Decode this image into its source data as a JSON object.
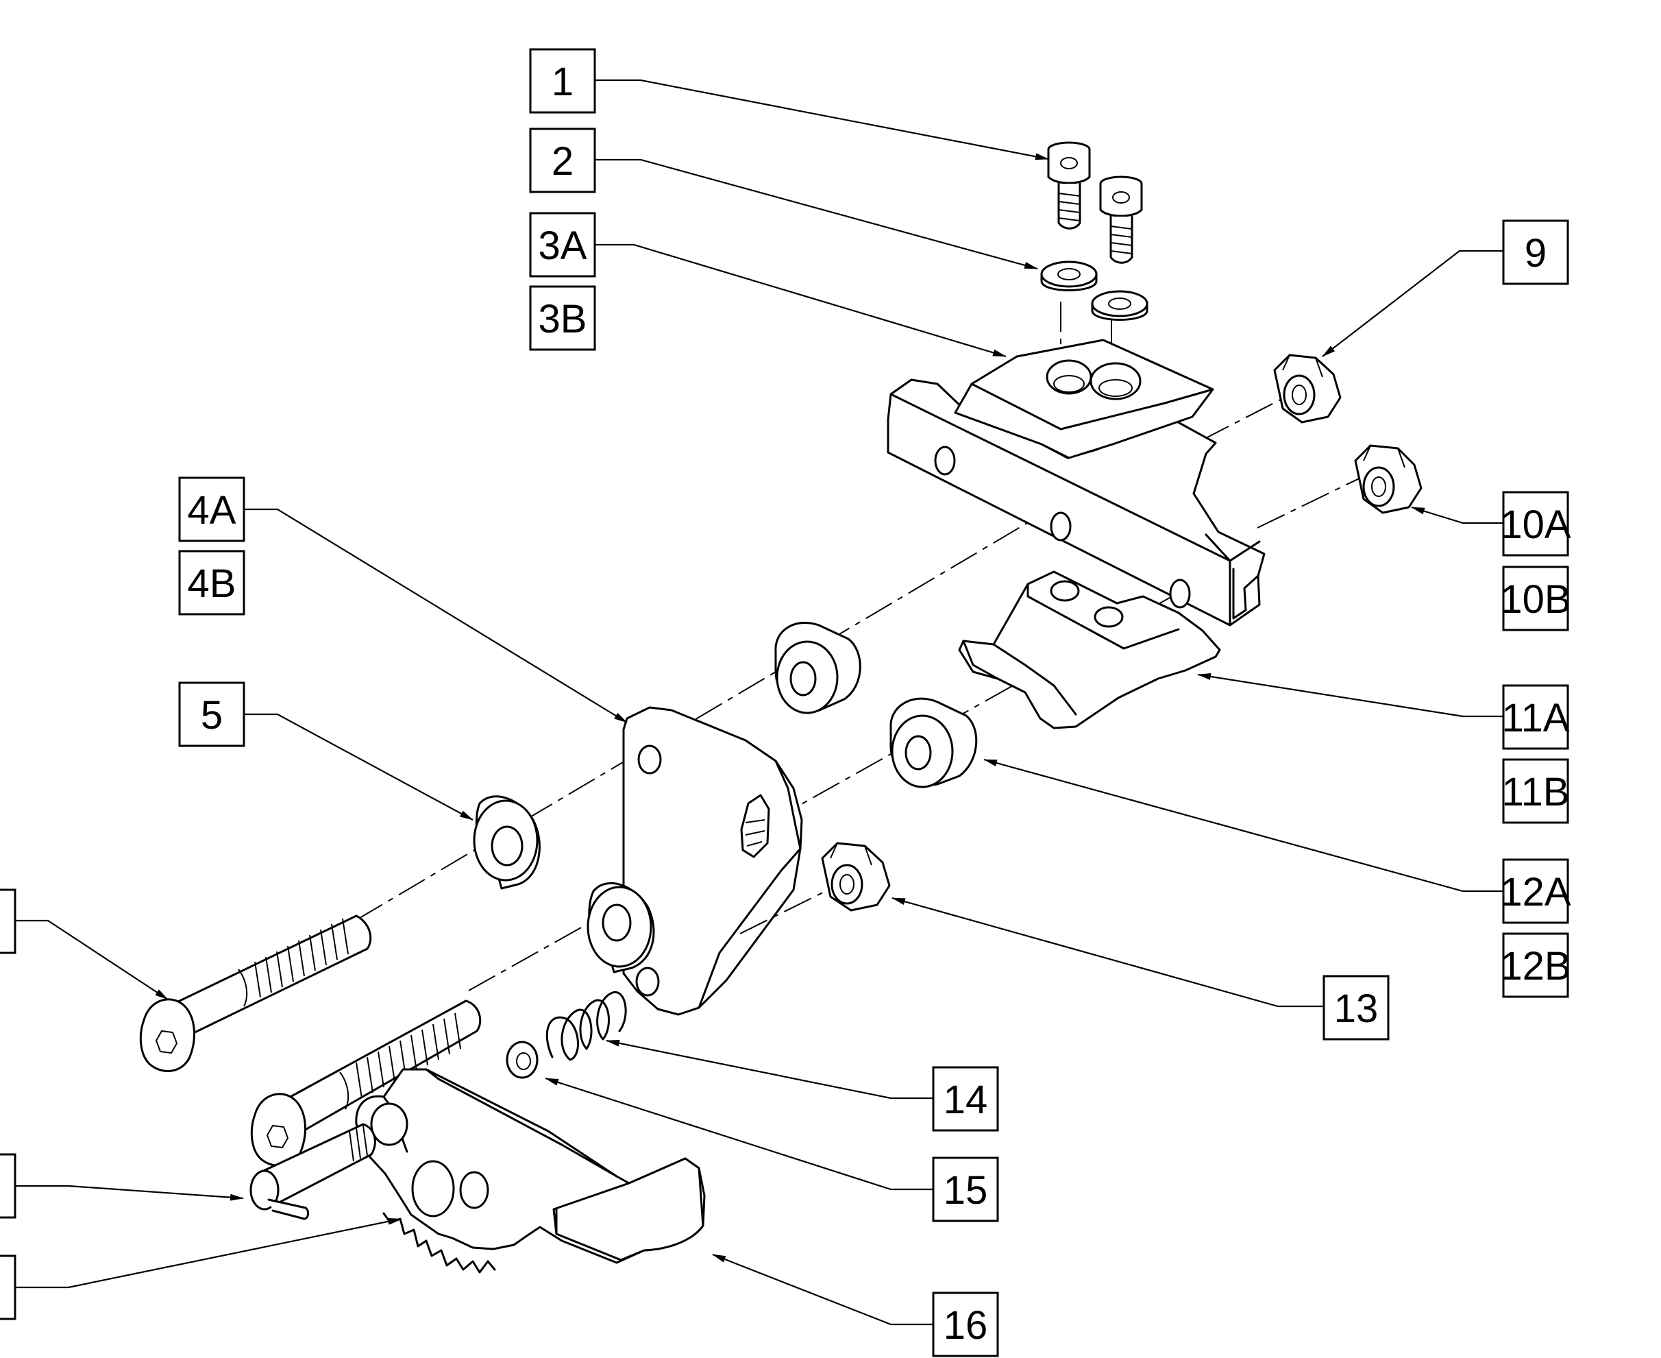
{
  "callouts": [
    {
      "id": "1",
      "label": "1"
    },
    {
      "id": "2",
      "label": "2"
    },
    {
      "id": "3A",
      "label": "3A"
    },
    {
      "id": "3B",
      "label": "3B"
    },
    {
      "id": "4A",
      "label": "4A"
    },
    {
      "id": "4B",
      "label": "4B"
    },
    {
      "id": "5",
      "label": "5"
    },
    {
      "id": "9",
      "label": "9"
    },
    {
      "id": "10A",
      "label": "10A"
    },
    {
      "id": "10B",
      "label": "10B"
    },
    {
      "id": "11A",
      "label": "11A"
    },
    {
      "id": "11B",
      "label": "11B"
    },
    {
      "id": "12A",
      "label": "12A"
    },
    {
      "id": "12B",
      "label": "12B"
    },
    {
      "id": "13",
      "label": "13"
    },
    {
      "id": "14",
      "label": "14"
    },
    {
      "id": "15",
      "label": "15"
    },
    {
      "id": "16",
      "label": "16"
    }
  ],
  "colors": {
    "ink": "#000000",
    "paper": "#ffffff"
  }
}
